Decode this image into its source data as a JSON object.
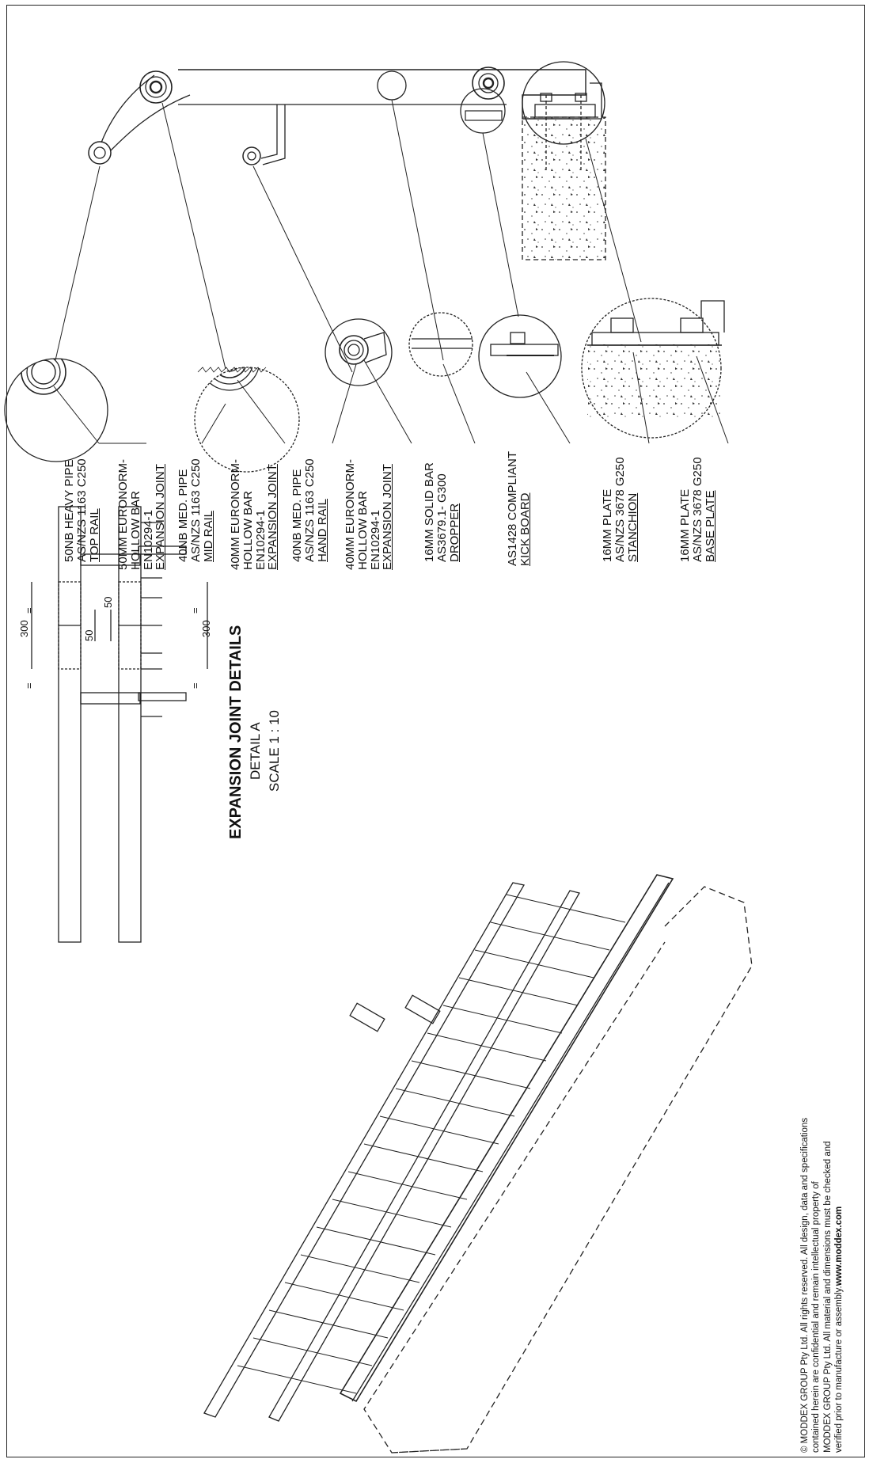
{
  "detail_title": {
    "heading": "EXPANSION JOINT DETAILS",
    "detail": "DETAIL A",
    "scale": "SCALE 1 : 10"
  },
  "dimensions": {
    "top_total": "300",
    "bottom_total": "300",
    "gap_a": "50",
    "gap_b": "50",
    "equal": "="
  },
  "callouts": [
    {
      "lines": [
        "50NB HEAVY PIPE",
        "AS/NZS 1163 C250",
        "TOP RAIL"
      ]
    },
    {
      "lines": [
        "50MM EURONORM-",
        "HOLLOW BAR",
        "EN10294-1",
        "EXPANSION JOINT"
      ]
    },
    {
      "lines": [
        "40NB MED. PIPE",
        "AS/NZS 1163 C250",
        "MID RAIL"
      ]
    },
    {
      "lines": [
        "40MM EURONORM-",
        "HOLLOW BAR",
        "EN10294-1",
        "EXPANSION JOINT"
      ]
    },
    {
      "lines": [
        "40NB MED. PIPE",
        "AS/NZS 1163 C250",
        "HAND RAIL"
      ]
    },
    {
      "lines": [
        "40MM EURONORM-",
        "HOLLOW BAR",
        "EN10294-1",
        "EXPANSION JOINT"
      ]
    },
    {
      "lines": [
        "16MM SOLID BAR",
        "AS3679.1- G300",
        "DROPPER"
      ]
    },
    {
      "lines": [
        "AS1428 COMPLIANT",
        "KICK BOARD"
      ]
    },
    {
      "lines": [
        "16MM PLATE",
        "AS/NZS 3678 G250",
        "STANCHION"
      ]
    },
    {
      "lines": [
        "16MM PLATE",
        "AS/NZS 3678 G250",
        "BASE PLATE"
      ]
    }
  ],
  "copyright": {
    "line1": "© MODDEX GROUP Pty Ltd. All rights reserved. All design, data and specifications",
    "line2": "contained herein are confidential and remain intellectual property of",
    "line3": "MODDEX GROUP Pty Ltd. All material and dimensions must be checked and",
    "line4_text": "verified prior to manufacture or assembly.",
    "website": "www.moddex.com"
  }
}
